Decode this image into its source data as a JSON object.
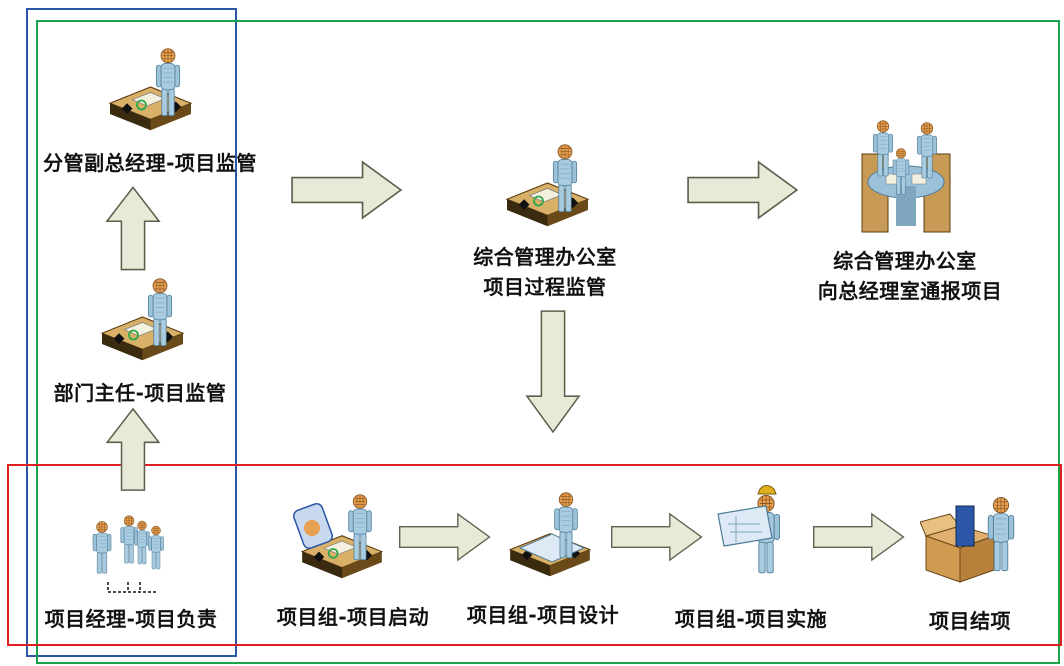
{
  "diagram": {
    "nodes": {
      "vp": {
        "label": "分管副总经理-项目监管",
        "icon": "manager-at-desk-icon"
      },
      "dept_head": {
        "label": "部门主任-项目监管",
        "icon": "manager-at-desk-icon"
      },
      "admin_office": {
        "line1": "综合管理办公室",
        "line2": "项目过程监管",
        "icon": "clerk-at-desk-icon"
      },
      "admin_report": {
        "line1": "综合管理办公室",
        "line2": "向总经理室通报项目",
        "icon": "meeting-table-icon"
      },
      "pm": {
        "label": "项目经理-项目负责",
        "icon": "team-hierarchy-icon"
      },
      "start": {
        "label": "项目组-项目启动",
        "icon": "computer-workstation-icon"
      },
      "design": {
        "label": "项目组-项目设计",
        "icon": "designer-at-desk-icon"
      },
      "implement": {
        "label": "项目组-项目实施",
        "icon": "engineer-with-blueprint-icon"
      },
      "close": {
        "label": "项目结项",
        "icon": "packing-box-icon"
      }
    },
    "frames": {
      "blue": "#2c56a8",
      "green": "#1aa24a",
      "red": "#e02020"
    },
    "colors": {
      "arrow_fill": "#e8ead8",
      "arrow_stroke": "#5e604e",
      "person": "#a9cbe0",
      "desk": "#c79a55"
    }
  }
}
